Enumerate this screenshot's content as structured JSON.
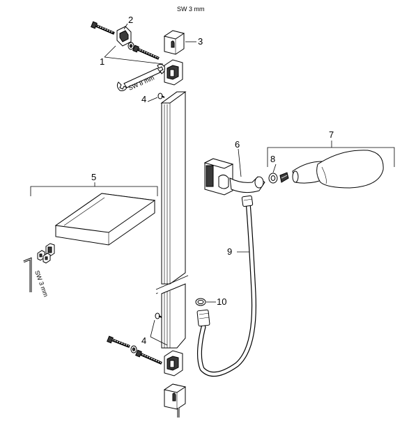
{
  "callouts": {
    "c1": "1",
    "c2": "2",
    "c3": "3",
    "c4_top": "4",
    "c4_bottom": "4",
    "c5": "5",
    "c6": "6",
    "c7": "7",
    "c8": "8",
    "c9": "9",
    "c10": "10"
  },
  "tools": {
    "allen_key_top": "SW 3 mm",
    "spanner": "SW 8 mm",
    "allen_key_shelf": "SW 3 mm"
  }
}
